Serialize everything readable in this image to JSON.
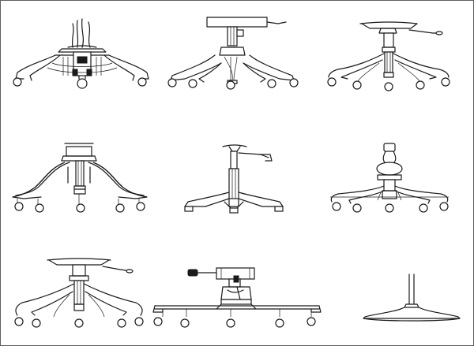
{
  "sheet": {
    "background": "#ffffff",
    "line_color": "#1a1a1a",
    "drawings": [
      {
        "id": "base-1",
        "style": "carved-pedestal-base"
      },
      {
        "id": "base-2",
        "style": "flat-five-star-base"
      },
      {
        "id": "base-3",
        "style": "curved-leg-base-with-lever"
      },
      {
        "id": "base-4",
        "style": "swept-leg-base"
      },
      {
        "id": "base-5",
        "style": "gas-lift-three-spoke-base"
      },
      {
        "id": "base-6",
        "style": "turned-pedestal-base"
      },
      {
        "id": "base-7",
        "style": "curved-leg-base-with-lever"
      },
      {
        "id": "base-8",
        "style": "heavy-duty-base-with-handle"
      },
      {
        "id": "base-9",
        "style": "round-disc-base"
      }
    ]
  }
}
